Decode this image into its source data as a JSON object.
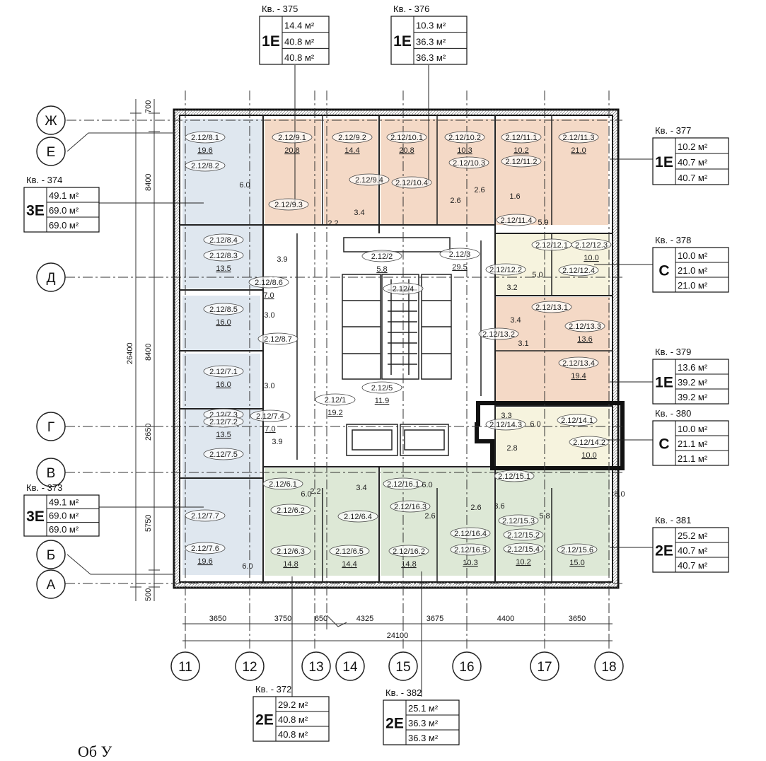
{
  "apartments": [
    {
      "label": "Кв. - 375",
      "type": "1E",
      "areas": [
        "14.4 м²",
        "40.8 м²",
        "40.8 м²"
      ]
    },
    {
      "label": "Кв. - 376",
      "type": "1E",
      "areas": [
        "10.3 м²",
        "36.3 м²",
        "36.3 м²"
      ]
    },
    {
      "label": "Кв. - 377",
      "type": "1E",
      "areas": [
        "10.2 м²",
        "40.7 м²",
        "40.7 м²"
      ]
    },
    {
      "label": "Кв. - 374",
      "type": "3E",
      "areas": [
        "49.1 м²",
        "69.0 м²",
        "69.0 м²"
      ]
    },
    {
      "label": "Кв. - 378",
      "type": "C",
      "areas": [
        "10.0 м²",
        "21.0 м²",
        "21.0 м²"
      ]
    },
    {
      "label": "Кв. - 379",
      "type": "1E",
      "areas": [
        "13.6 м²",
        "39.2 м²",
        "39.2 м²"
      ]
    },
    {
      "label": "Кв. - 380",
      "type": "C",
      "areas": [
        "10.0 м²",
        "21.1 м²",
        "21.1 м²"
      ]
    },
    {
      "label": "Кв. - 373",
      "type": "3E",
      "areas": [
        "49.1 м²",
        "69.0 м²",
        "69.0 м²"
      ]
    },
    {
      "label": "Кв. - 381",
      "type": "2E",
      "areas": [
        "25.2 м²",
        "40.7 м²",
        "40.7 м²"
      ]
    },
    {
      "label": "Кв. - 372",
      "type": "2E",
      "areas": [
        "29.2 м²",
        "40.8 м²",
        "40.8 м²"
      ]
    },
    {
      "label": "Кв. - 382",
      "type": "2E",
      "areas": [
        "25.1 м²",
        "36.3 м²",
        "36.3 м²"
      ]
    }
  ],
  "row_axes": [
    "Ж",
    "Е",
    "Д",
    "Г",
    "В",
    "Б",
    "А"
  ],
  "col_axes": [
    "11",
    "12",
    "13",
    "14",
    "15",
    "16",
    "17",
    "18"
  ],
  "vertical_dims": [
    "700",
    "8400",
    "26400",
    "8400",
    "2650",
    "5750",
    "500"
  ],
  "horizontal_dims": [
    "3650",
    "3750",
    "650",
    "4325",
    "3675",
    "4400",
    "3650"
  ],
  "total_width": "24100",
  "rooms": [
    {
      "code": "2.12/8.1",
      "area": "19.6"
    },
    {
      "code": "2.12/8.2",
      "area": ""
    },
    {
      "code": "2.12/8.4",
      "area": ""
    },
    {
      "code": "2.12/8.3",
      "area": "13.5"
    },
    {
      "code": "2.12/8.6",
      "area": "7.0"
    },
    {
      "code": "2.12/8.5",
      "area": "16.0"
    },
    {
      "code": "2.12/8.7",
      "area": ""
    },
    {
      "code": "2.12/7.1",
      "area": "16.0"
    },
    {
      "code": "2.12/7.3",
      "area": ""
    },
    {
      "code": "2.12/7.2",
      "area": "13.5"
    },
    {
      "code": "2.12/7.4",
      "area": "7.0"
    },
    {
      "code": "2.12/7.5",
      "area": ""
    },
    {
      "code": "2.12/7.7",
      "area": ""
    },
    {
      "code": "2.12/7.6",
      "area": "19.6"
    },
    {
      "code": "2.12/9.1",
      "area": "20.8"
    },
    {
      "code": "2.12/9.2",
      "area": "14.4"
    },
    {
      "code": "2.12/9.4",
      "area": ""
    },
    {
      "code": "2.12/9.3",
      "area": ""
    },
    {
      "code": "2.12/10.1",
      "area": "20.8"
    },
    {
      "code": "2.12/10.2",
      "area": "10.3"
    },
    {
      "code": "2.12/10.3",
      "area": ""
    },
    {
      "code": "2.12/10.4",
      "area": ""
    },
    {
      "code": "2.12/11.1",
      "area": "10.2"
    },
    {
      "code": "2.12/11.3",
      "area": "21.0"
    },
    {
      "code": "2.12/11.2",
      "area": ""
    },
    {
      "code": "2.12/11.4",
      "area": ""
    },
    {
      "code": "2.12/12.1",
      "area": ""
    },
    {
      "code": "2.12/12.3",
      "area": "10.0"
    },
    {
      "code": "2.12/12.4",
      "area": ""
    },
    {
      "code": "2.12/12.2",
      "area": ""
    },
    {
      "code": "2.12/13.1",
      "area": ""
    },
    {
      "code": "2.12/13.3",
      "area": "13.6"
    },
    {
      "code": "2.12/13.2",
      "area": ""
    },
    {
      "code": "2.12/13.4",
      "area": "19.4"
    },
    {
      "code": "2.12/14.3",
      "area": ""
    },
    {
      "code": "2.12/14.1",
      "area": ""
    },
    {
      "code": "2.12/14.2",
      "area": "10.0"
    },
    {
      "code": "2.12/2",
      "area": "5.8"
    },
    {
      "code": "2.12/3",
      "area": "29.5"
    },
    {
      "code": "2.12/1",
      "area": "19.2"
    },
    {
      "code": "2.12/5",
      "area": "11.9"
    },
    {
      "code": "2.12/4",
      "area": ""
    },
    {
      "code": "2.12/6.1",
      "area": ""
    },
    {
      "code": "2.12/6.2",
      "area": ""
    },
    {
      "code": "2.12/6.4",
      "area": ""
    },
    {
      "code": "2.12/6.3",
      "area": "14.8"
    },
    {
      "code": "2.12/6.5",
      "area": "14.4"
    },
    {
      "code": "2.12/16.1",
      "area": ""
    },
    {
      "code": "2.12/16.3",
      "area": ""
    },
    {
      "code": "2.12/16.2",
      "area": "14.8"
    },
    {
      "code": "2.12/16.4",
      "area": ""
    },
    {
      "code": "2.12/16.5",
      "area": "10.3"
    },
    {
      "code": "2.12/15.1",
      "area": ""
    },
    {
      "code": "2.12/15.3",
      "area": ""
    },
    {
      "code": "2.12/15.2",
      "area": ""
    },
    {
      "code": "2.12/15.4",
      "area": "10.2"
    },
    {
      "code": "2.12/15.6",
      "area": "15.0"
    }
  ],
  "small_areas": [
    "6.0",
    "3.9",
    "3.0",
    "3.0",
    "3.9",
    "2.2",
    "3.4",
    "2.6",
    "2.6",
    "1.6",
    "5.9",
    "3.2",
    "3.4",
    "3.1",
    "3.3",
    "6.0",
    "2.8",
    "2.2",
    "3.4",
    "6.0",
    "2.6",
    "2.6",
    "3.6",
    "5.8",
    "6.0",
    "6.0",
    "6.0",
    "5.0"
  ],
  "caption": "Об                                                    У"
}
